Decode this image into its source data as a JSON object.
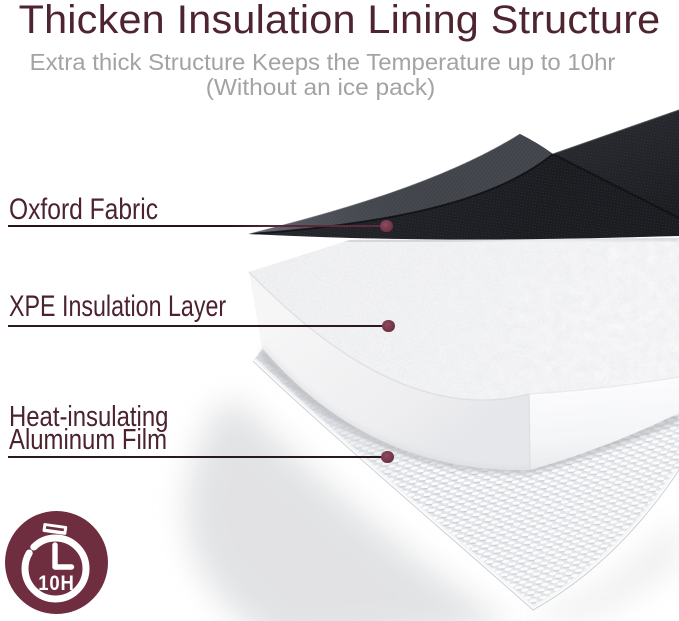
{
  "title": "Thicken Insulation Lining Structure",
  "subtitle": {
    "line1": "Extra thick Structure Keeps the Temperature up to 10hr",
    "line2": "(Without an ice pack)"
  },
  "annotations": [
    {
      "lines": [
        "Oxford Fabric"
      ]
    },
    {
      "lines": [
        "XPE Insulation Layer"
      ]
    },
    {
      "lines": [
        "Heat-insulating",
        "Aluminum Film"
      ]
    }
  ],
  "badge": {
    "value": "10H",
    "icon": "stopwatch-icon"
  },
  "colors": {
    "accent_maroon": "#4e2430",
    "subtitle_gray": "#a3a3a3",
    "badge_burgundy": "#6e2e40",
    "leader_dot": "#7c3a4e",
    "fabric_black": "#1f2024",
    "foam_white": "#f2f3f4",
    "film_silver": "#e8eaed"
  },
  "illustration_layers": [
    "oxford-fabric-sheet",
    "xpe-foam-block",
    "aluminum-film-sheet"
  ]
}
